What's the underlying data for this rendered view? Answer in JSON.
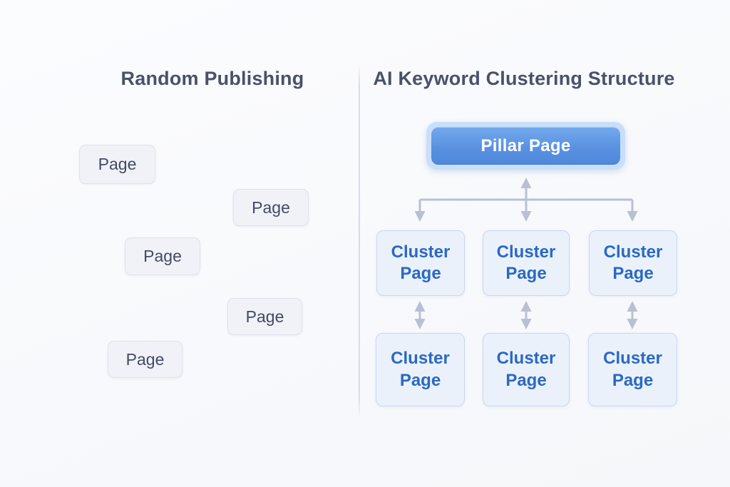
{
  "left_panel": {
    "title": "Random Publishing",
    "pages": [
      {
        "label": "Page"
      },
      {
        "label": "Page"
      },
      {
        "label": "Page"
      },
      {
        "label": "Page"
      },
      {
        "label": "Page"
      }
    ]
  },
  "right_panel": {
    "title": "AI Keyword Clustering Structure",
    "pillar": {
      "label": "Pillar Page"
    },
    "cluster_rows": [
      [
        {
          "label": "Cluster Page"
        },
        {
          "label": "Cluster Page"
        },
        {
          "label": "Cluster Page"
        }
      ],
      [
        {
          "label": "Cluster Page"
        },
        {
          "label": "Cluster Page"
        },
        {
          "label": "Cluster Page"
        }
      ]
    ]
  },
  "colors": {
    "background": "#f8f9fc",
    "title_text": "#4a5169",
    "page_box_bg": "#f1f2f8",
    "page_box_border": "#dfe2ec",
    "page_text": "#424a63",
    "cluster_box_bg": "#ebf1fb",
    "cluster_box_border": "#c8d8f1",
    "cluster_text": "#2a69c4",
    "pillar_gradient_top": "#74a9ec",
    "pillar_gradient_bottom": "#4e86da",
    "pillar_halo": "#c9def8",
    "pillar_text": "#ffffff",
    "connector": "#b9c0d2",
    "divider": "#d7dce8"
  }
}
